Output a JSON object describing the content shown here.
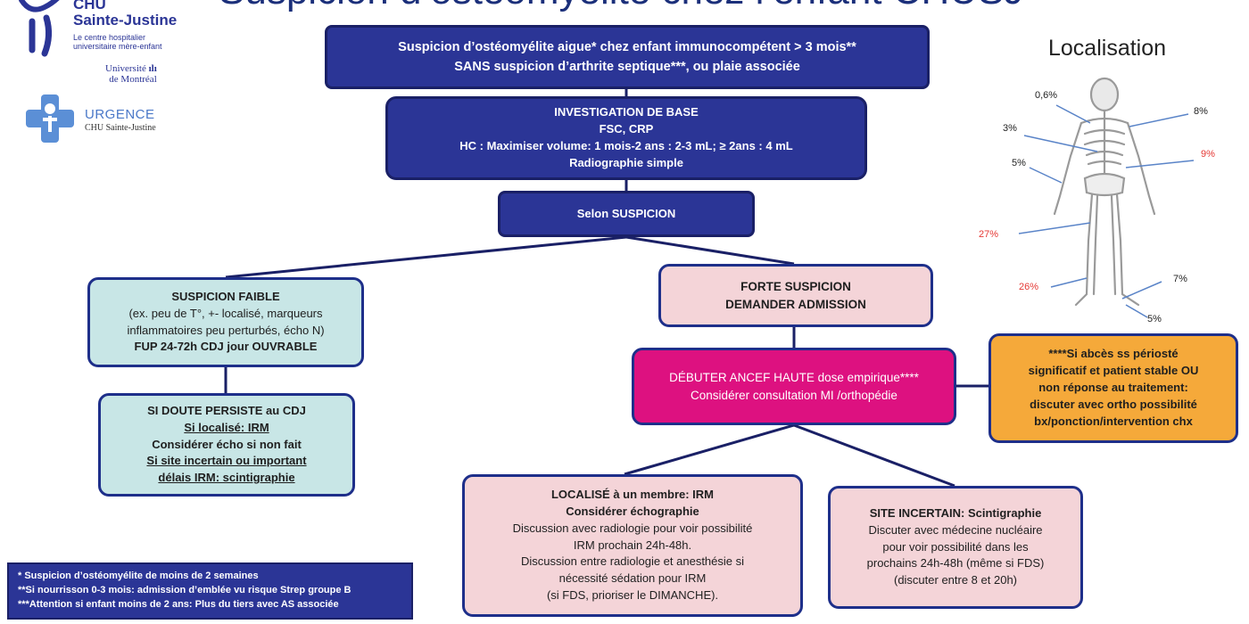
{
  "title": "Suspicion d’ostéomyélite chez l’enfant CHUSJ",
  "logos": {
    "chu_name": "CHU",
    "chu_name2": "Sainte-Justine",
    "chu_tagline1": "Le centre hospitalier",
    "chu_tagline2": "universitaire mère-enfant",
    "udem1": "Université",
    "udem2": "de Montréal",
    "urgence": "URGENCE",
    "urgence_sub": "CHU Sainte-Justine"
  },
  "flow": {
    "top": {
      "line1": "Suspicion d’ostéomyélite aigue* chez enfant immunocompétent > 3 mois**",
      "line2": "SANS suspicion d’arthrite septique***, ou plaie associée"
    },
    "base": {
      "title": "INVESTIGATION DE BASE",
      "l2": "FSC, CRP",
      "l3": "HC : Maximiser volume: 1 mois-2 ans : 2-3 mL; ≥ 2ans : 4 mL",
      "l4": "Radiographie simple"
    },
    "selon": "Selon SUSPICION",
    "faible": {
      "title": "SUSPICION FAIBLE",
      "l2": "(ex. peu de T°, +- localisé, marqueurs",
      "l3": "inflammatoires peu perturbés, écho N)",
      "l4": "FUP 24-72h CDJ jour OUVRABLE"
    },
    "doute": {
      "title": "SI DOUTE PERSISTE au CDJ",
      "l2": "Si localisé: IRM",
      "l3": "Considérer écho si non fait",
      "l4": "Si site incertain ou important",
      "l5": "délais IRM: scintigraphie"
    },
    "forte": {
      "l1": "FORTE SUSPICION",
      "l2": "DEMANDER ADMISSION"
    },
    "ancef": {
      "l1": "DÉBUTER ANCEF HAUTE dose empirique****",
      "l2": "Considérer consultation MI /orthopédie"
    },
    "abces": {
      "l1": "****Si abcès ss périosté",
      "l2": "significatif et patient stable OU",
      "l3": "non réponse au traitement:",
      "l4": "discuter avec ortho possibilité",
      "l5": "bx/ponction/intervention chx"
    },
    "localise": {
      "l1": "LOCALISÉ à un membre: IRM",
      "l2": "Considérer échographie",
      "l3": "Discussion avec radiologie  pour voir possibilité",
      "l4": "IRM prochain 24h-48h.",
      "l5": "Discussion entre radiologie et anesthésie si",
      "l6": "nécessité sédation pour IRM",
      "l7": "(si FDS, prioriser le DIMANCHE)."
    },
    "incertain": {
      "l1": "SITE INCERTAIN: Scintigraphie",
      "l2": "Discuter avec médecine nucléaire",
      "l3": "pour voir possibilité dans les",
      "l4": "prochains 24h-48h (même si FDS)",
      "l5": "(discuter entre 8 et 20h)"
    }
  },
  "localisation": {
    "title": "Localisation",
    "labels": [
      "0,6%",
      "8%",
      "3%",
      "9%",
      "5%",
      "27%",
      "26%",
      "7%",
      "5%"
    ]
  },
  "footnotes": [
    "* Suspicion d’ostéomyélite de moins de 2 semaines",
    "**Si nourrisson 0-3 mois: admission d’emblée vu risque Strep groupe B",
    "***Attention si enfant moins de 2 ans: Plus du tiers avec AS associée"
  ],
  "colors": {
    "dark_box": "#2b3596",
    "teal_box": "#c8e6e6",
    "pink_box": "#f4d4d8",
    "magenta_box": "#dd1180",
    "orange_box": "#f5a93a",
    "red_label": "#e53935"
  }
}
